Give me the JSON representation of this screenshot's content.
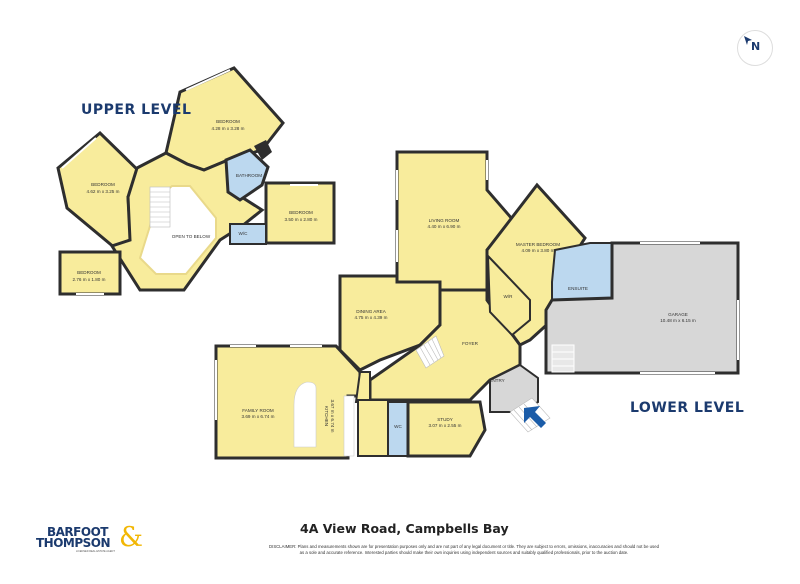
{
  "levels": {
    "upper": "UPPER LEVEL",
    "lower": "LOWER LEVEL"
  },
  "upper_rooms": [
    {
      "name": "BEDROOM",
      "size": "4.28 m x 3.28 m"
    },
    {
      "name": "BEDROOM",
      "size": "4.62 m x 3.25 m"
    },
    {
      "name": "BATHROOM",
      "size": ""
    },
    {
      "name": "BEDROOM",
      "size": "3.50 m x 2.80 m"
    },
    {
      "name": "W/C",
      "size": ""
    },
    {
      "name": "OPEN TO BELOW",
      "size": ""
    },
    {
      "name": "BEDROOM",
      "size": "2.76 m x 1.80 m"
    }
  ],
  "lower_rooms": [
    {
      "name": "LIVING ROOM",
      "size": "4.40 m x 6.90 m"
    },
    {
      "name": "MASTER BEDROOM",
      "size": "4.09 m x 3.80 m"
    },
    {
      "name": "ENSUITE",
      "size": ""
    },
    {
      "name": "W/R",
      "size": ""
    },
    {
      "name": "GARAGE",
      "size": "10.48 m x 6.15 m"
    },
    {
      "name": "DINING AREA",
      "size": "4.75 m x 4.39 m"
    },
    {
      "name": "FOYER",
      "size": ""
    },
    {
      "name": "ENTRY",
      "size": ""
    },
    {
      "name": "FAMILY ROOM",
      "size": "3.69 m x 6.74 m"
    },
    {
      "name": "KITCHEN",
      "size": "3.67 m x 6.74 m"
    },
    {
      "name": "WC",
      "size": ""
    },
    {
      "name": "STUDY",
      "size": "3.07 m x 2.55 m"
    }
  ],
  "compass": {
    "label": "N",
    "icon": "north-arrow-icon"
  },
  "entry_arrow": {
    "icon": "entry-arrow-icon"
  },
  "footer": {
    "address": "4A View Road, Campbells Bay",
    "disclaimer_line1": "DISCLAIMER: Plans and measurements shown are for presentation purposes only and are not part of any legal document or title. They are subject to errors, omissions, inaccuracies and should not be used",
    "disclaimer_line2": "as a sole and accurate reference. Interested parties should make their own inquiries using independent sources and suitably qualified professionals, prior to the auction date.",
    "logo_line1": "BARFOOT",
    "logo_line2": "THOMPSON",
    "logo_amp": "&",
    "logo_tagline": "LICENSED REAL ESTATE AGENT"
  },
  "colors": {
    "room_fill": "#f8ec9c",
    "wet_fill": "#bcd8ef",
    "garage_fill": "#d7d7d7",
    "wall": "#2e2e2e",
    "brand_navy": "#1b3a6e",
    "brand_gold": "#f2b705"
  }
}
